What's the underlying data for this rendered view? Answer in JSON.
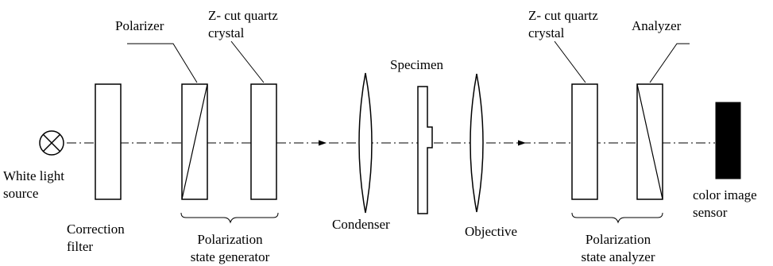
{
  "labels": {
    "light_source": [
      "White light",
      "source"
    ],
    "correction_filter": [
      "Correction",
      "filter"
    ],
    "polarizer": "Polarizer",
    "quartz_1": [
      "Z- cut quartz",
      "crystal"
    ],
    "psg": [
      "Polarization",
      "state generator"
    ],
    "condenser": "Condenser",
    "specimen": "Specimen",
    "objective": "Objective",
    "quartz_2": [
      "Z- cut quartz",
      "crystal"
    ],
    "analyzer": "Analyzer",
    "psa": [
      "Polarization",
      "state analyzer"
    ],
    "sensor": [
      "color image",
      "sensor"
    ]
  },
  "colors": {
    "line": "#000000",
    "background": "#ffffff",
    "sensor_fill": "#000000"
  },
  "icons": {
    "light_source": "circle-x-icon",
    "beam_arrow": "arrowhead-icon"
  }
}
